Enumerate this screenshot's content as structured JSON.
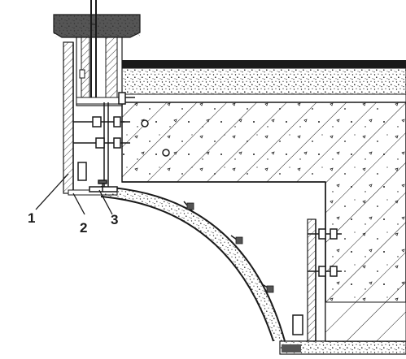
{
  "drawing": {
    "callouts": [
      {
        "id": "1",
        "label": "1"
      },
      {
        "id": "2",
        "label": "2"
      },
      {
        "id": "3",
        "label": "3"
      }
    ],
    "colors": {
      "ink": "#1a1a1a",
      "paper": "#ffffff",
      "fill_mid": "#555555"
    }
  }
}
